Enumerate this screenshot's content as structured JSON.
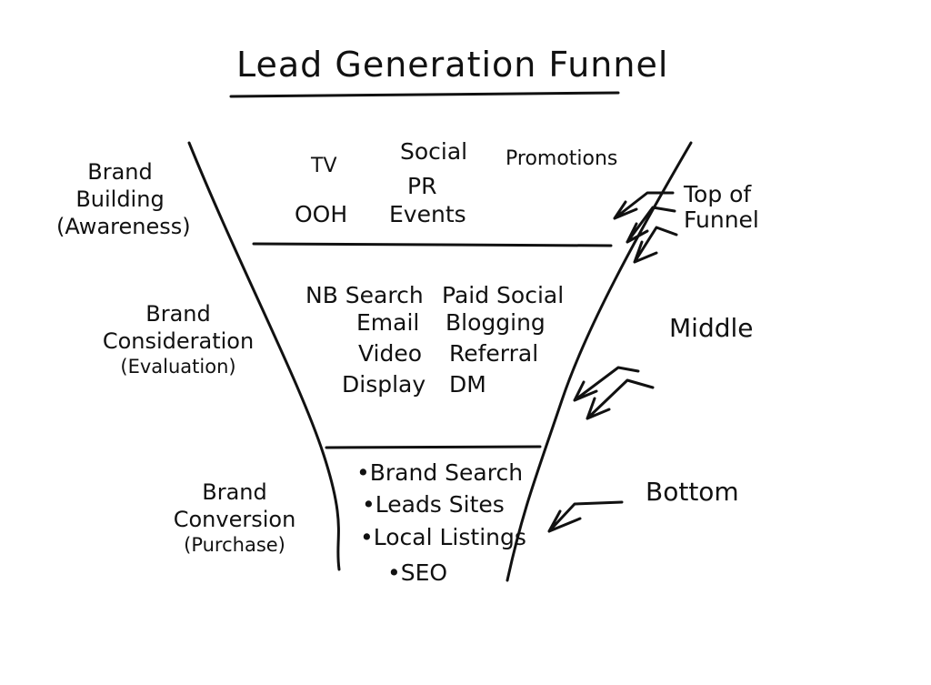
{
  "title": "Lead Generation Funnel",
  "stages": [
    {
      "label": [
        "Brand",
        "Building",
        "(Awareness)"
      ],
      "marker": [
        "Top of",
        "Funnel"
      ],
      "channels": [
        "TV",
        "Social",
        "Promotions",
        "PR",
        "OOH",
        "Events"
      ]
    },
    {
      "label": [
        "Brand",
        "Consideration",
        "(Evaluation)"
      ],
      "marker": [
        "Middle"
      ],
      "channels": [
        "NB Search",
        "Paid Social",
        "Email",
        "Blogging",
        "Video",
        "Referral",
        "Display",
        "DM"
      ]
    },
    {
      "label": [
        "Brand",
        "Conversion",
        "(Purchase)"
      ],
      "marker": [
        "Bottom"
      ],
      "channels": [
        "Brand Search",
        "Leads Sites",
        "Local Listings",
        "SEO"
      ]
    }
  ]
}
